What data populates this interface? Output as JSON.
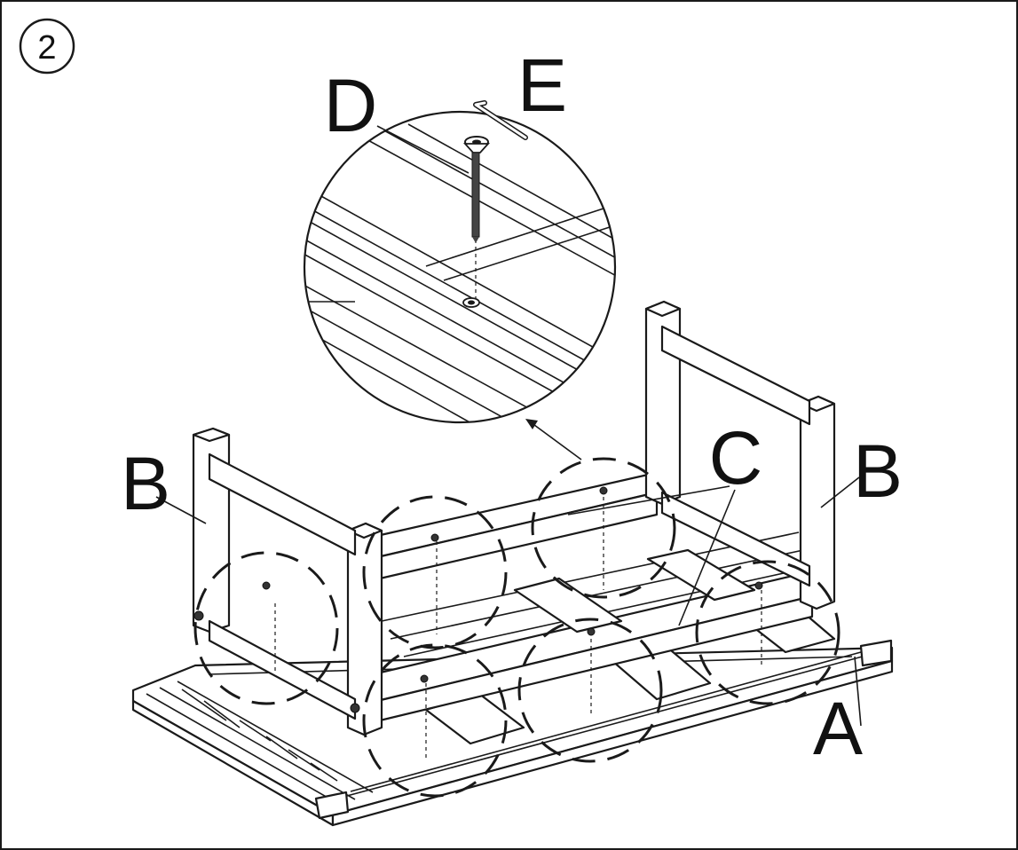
{
  "step": {
    "number": "2"
  },
  "labels": {
    "a": "A",
    "b_left": "B",
    "b_right": "B",
    "c": "C",
    "d": "D",
    "e": "E"
  },
  "colors": {
    "line": "#1a1a1a",
    "background": "#ffffff"
  },
  "icons": {
    "step_marker": "circled-number",
    "screw": "bolt-screw-icon",
    "tool": "allen-key-icon"
  }
}
